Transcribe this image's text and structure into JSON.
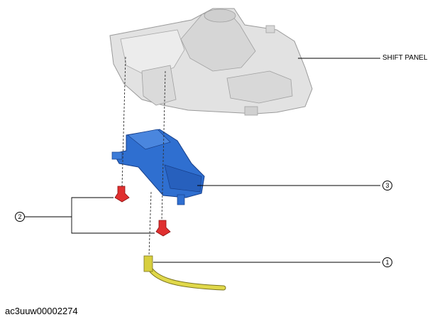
{
  "labels": {
    "shift_panel": "SHIFT PANEL"
  },
  "callouts": [
    {
      "number": "1"
    },
    {
      "number": "2"
    },
    {
      "number": "3"
    }
  ],
  "figure_code": "ac3uuw00002274",
  "colors": {
    "panel": "#e4e4e4",
    "bracket": "#2f6fd0",
    "clip": "#e03030",
    "cable": "#e0d84a"
  }
}
